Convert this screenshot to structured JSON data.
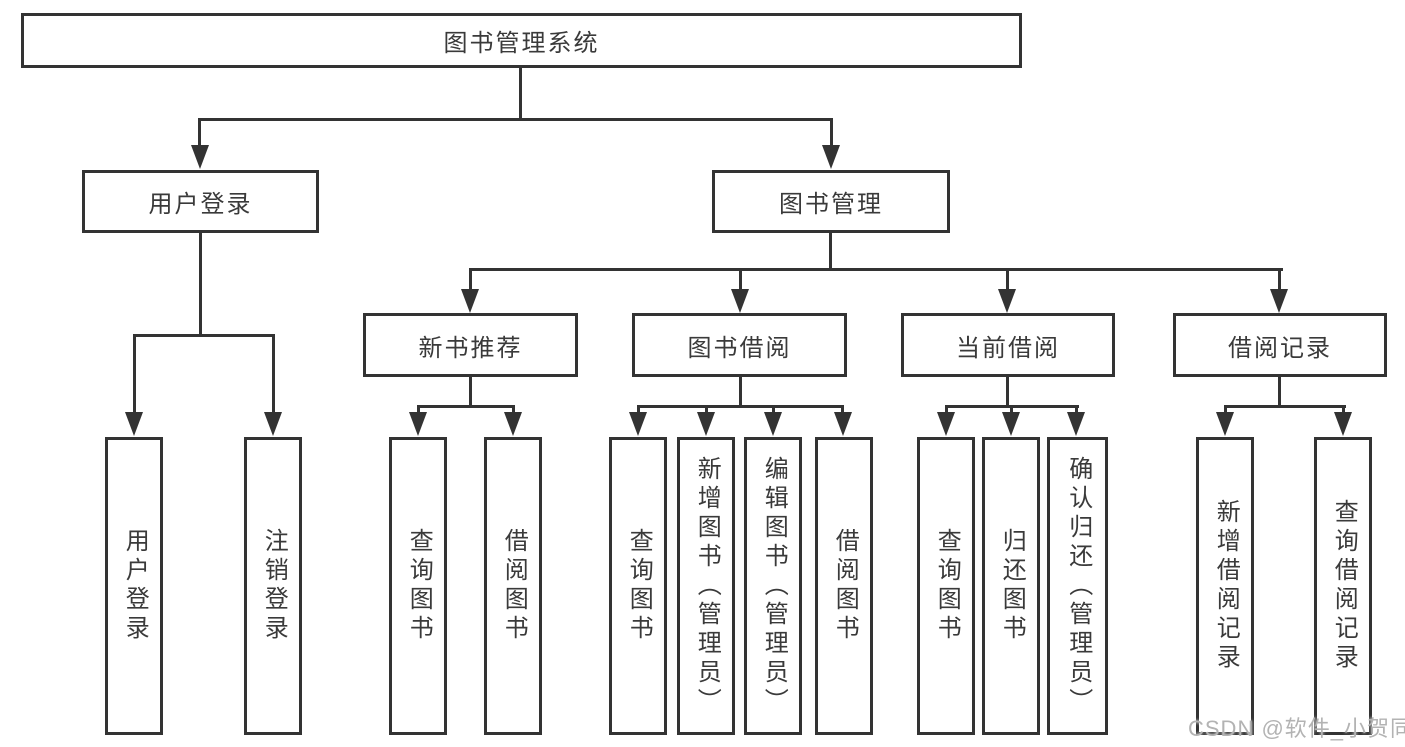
{
  "diagram": {
    "root": {
      "id": "library-management-system",
      "label": "图书管理系统"
    },
    "level2": [
      {
        "id": "user-login",
        "label": "用户登录"
      },
      {
        "id": "book-management",
        "label": "图书管理"
      }
    ],
    "level3": [
      {
        "id": "new-book-recommend",
        "label": "新书推荐"
      },
      {
        "id": "book-borrow",
        "label": "图书借阅"
      },
      {
        "id": "current-borrow",
        "label": "当前借阅"
      },
      {
        "id": "borrow-records",
        "label": "借阅记录"
      }
    ],
    "leaves": {
      "user_login": [
        {
          "label": "用户登录"
        },
        {
          "label": "注销登录"
        }
      ],
      "new_book": [
        {
          "label": "查询图书"
        },
        {
          "label": "借阅图书"
        }
      ],
      "book_borrow": [
        {
          "label": "查询图书"
        },
        {
          "label": "新增图书（管理员）"
        },
        {
          "label": "编辑图书（管理员）"
        },
        {
          "label": "借阅图书"
        }
      ],
      "current_borrow": [
        {
          "label": "查询图书"
        },
        {
          "label": "归还图书"
        },
        {
          "label": "确认归还（管理员）"
        }
      ],
      "borrow_records": [
        {
          "label": "新增借阅记录"
        },
        {
          "label": "查询借阅记录"
        }
      ]
    }
  },
  "watermark": {
    "text": "CSDN @软件_小贺同学"
  },
  "colors": {
    "line": "#333333",
    "text": "#3a3a3a",
    "box_background": "#ffffff",
    "background": "#ffffff",
    "watermark": "#b3b3b3"
  }
}
